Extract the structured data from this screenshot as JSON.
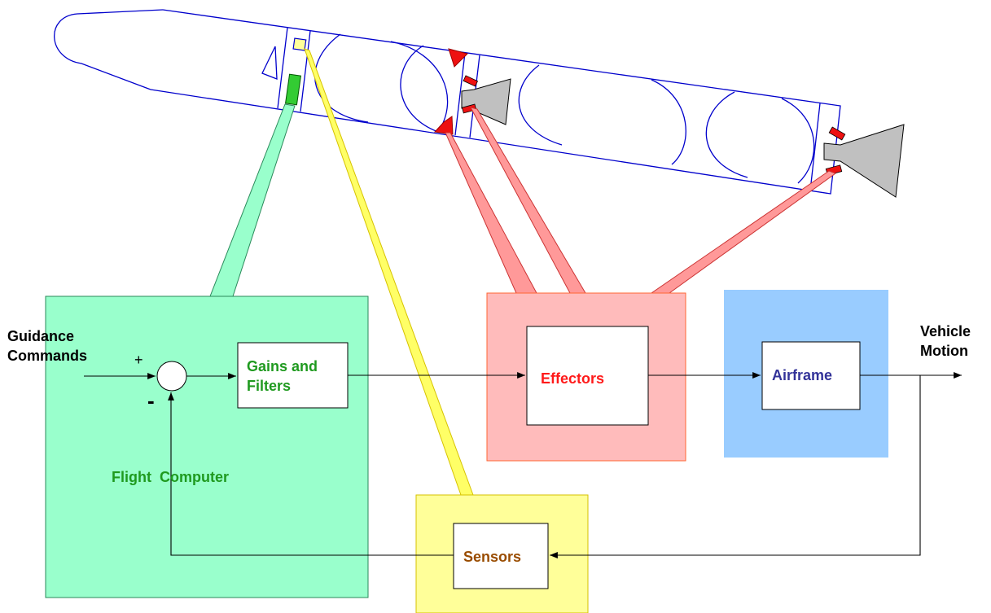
{
  "diagram": {
    "inputs": {
      "guidance_line1": "Guidance",
      "guidance_line2": "Commands",
      "output_line1": "Vehicle",
      "output_line2": "Motion"
    },
    "summing_junction": {
      "plus_sign": "+",
      "minus_sign": "-"
    },
    "flight_computer": {
      "label": "Flight  Computer",
      "gains_line1": "Gains and",
      "gains_line2": "Filters"
    },
    "effectors": {
      "label": "Effectors"
    },
    "airframe": {
      "label": "Airframe"
    },
    "sensors": {
      "label": "Sensors"
    }
  },
  "colors": {
    "flight_computer_fill": "#99ffcc",
    "flight_computer_text": "#1f9a1f",
    "effectors_fill": "#ffbbbb",
    "effectors_text": "#ff1a1a",
    "airframe_fill": "#99ccff",
    "airframe_text": "#333399",
    "sensors_fill": "#ffff99",
    "sensors_text": "#994c00",
    "rocket_outline": "#0000cc",
    "nozzle_fill": "#c0c0c0",
    "actuator_fill": "#ee1111"
  }
}
